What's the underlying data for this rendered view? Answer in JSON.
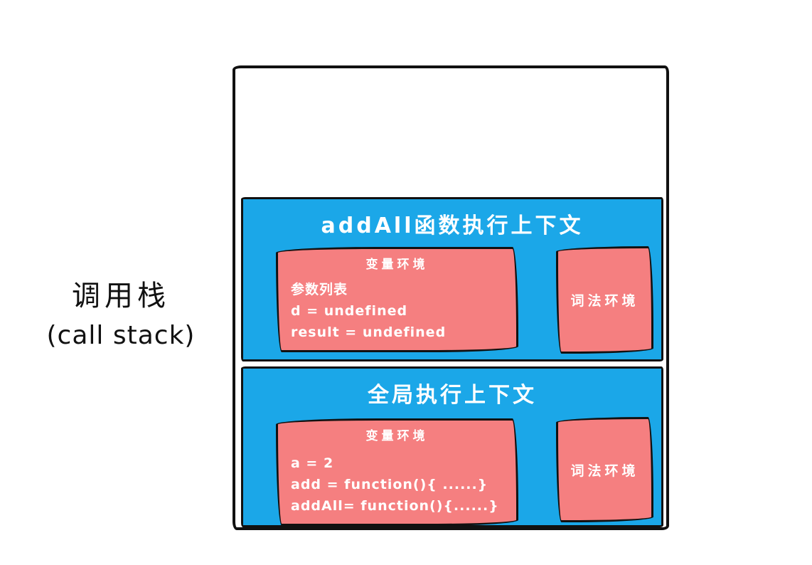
{
  "colors": {
    "frame_blue": "#1BA7E8",
    "env_salmon": "#F57F80",
    "ink": "#111111",
    "text_on_fill": "#ffffff",
    "background": "#ffffff"
  },
  "caption": {
    "line1": "调用栈",
    "line2": "(call stack)"
  },
  "frames": [
    {
      "title": "addAll函数执行上下文",
      "variable_env": {
        "header": "变量环境",
        "lines": [
          "参数列表",
          "d = undefined",
          "result = undefined"
        ]
      },
      "lexical_env": {
        "label": "词法环境"
      }
    },
    {
      "title": "全局执行上下文",
      "variable_env": {
        "header": "变量环境",
        "lines": [
          "a = 2",
          "add = function(){ ......}",
          "addAll= function(){......}"
        ]
      },
      "lexical_env": {
        "label": "词法环境"
      }
    }
  ]
}
